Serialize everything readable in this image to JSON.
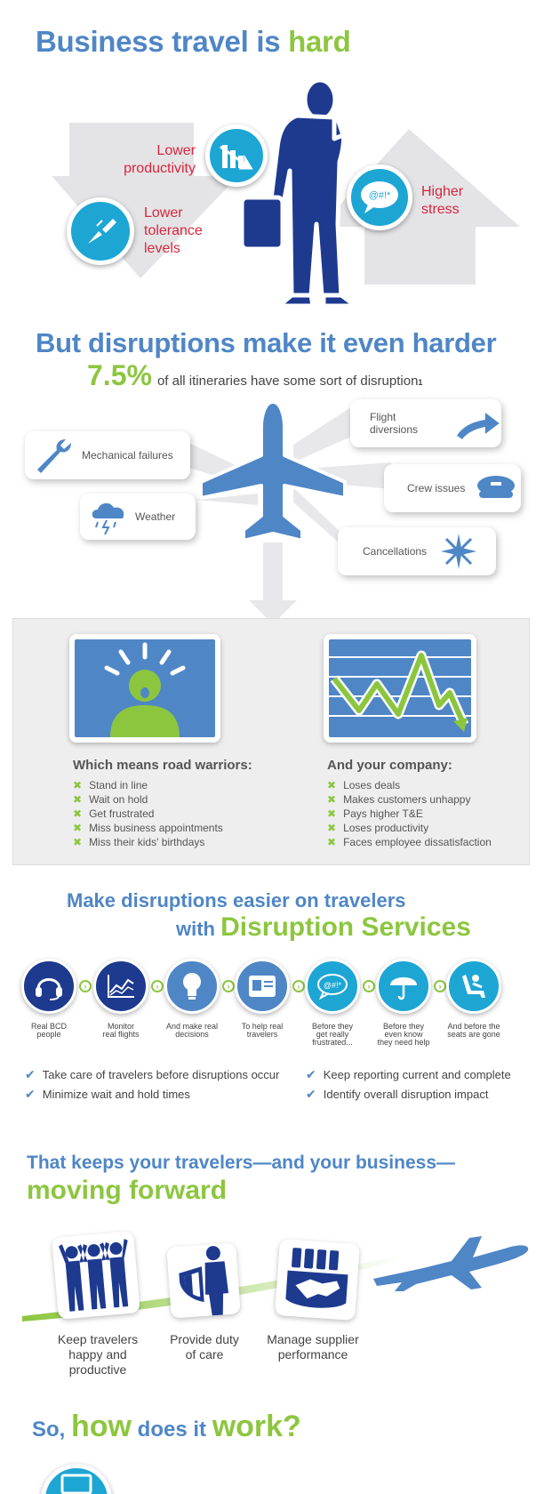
{
  "section1": {
    "title_prefix": "Business travel is ",
    "title_emph": "hard",
    "lower_productivity": "Lower\nproductivity",
    "lower_tolerance": "Lower\ntolerance\nlevels",
    "higher_stress": "Higher\nstress",
    "stress_glyph": "@#!*"
  },
  "section2": {
    "title": "But disruptions make it even harder",
    "stat_value": "7.5%",
    "stat_text": "of all itineraries have some sort of disruption",
    "stat_footnote": "1",
    "causes": {
      "mechanical": "Mechanical failures",
      "weather": "Weather",
      "diversions": "Flight diversions",
      "crew": "Crew issues",
      "cancellations": "Cancellations"
    }
  },
  "section3": {
    "left_title": "Which means road warriors:",
    "left_items": [
      "Stand in line",
      "Wait on hold",
      "Get frustrated",
      "Miss business appointments",
      "Miss their kids' birthdays"
    ],
    "right_title": "And your company:",
    "right_items": [
      "Loses deals",
      "Makes customers unhappy",
      "Pays higher T&E",
      "Loses productivity",
      "Faces employee dissatisfaction"
    ]
  },
  "section4": {
    "title_line1": "Make disruptions easier on travelers",
    "title_with": "with ",
    "title_emph": "Disruption Services",
    "steps": [
      {
        "label": "Real BCD\npeople",
        "icon": "headset-icon"
      },
      {
        "label": "Monitor\nreal flights",
        "icon": "chart-icon"
      },
      {
        "label": "And make real\ndecisions",
        "icon": "lightbulb-icon"
      },
      {
        "label": "To help real\ntravelers",
        "icon": "id-card-icon"
      },
      {
        "label": "Before they\nget really\nfrustrated...",
        "icon": "speech-bubble-icon"
      },
      {
        "label": "Before they\neven know\nthey need help",
        "icon": "umbrella-icon"
      },
      {
        "label": "And before the\nseats are gone",
        "icon": "seat-icon"
      }
    ],
    "benefits_left": [
      "Take care of travelers before disruptions occur",
      "Minimize wait and hold times"
    ],
    "benefits_right": [
      "Keep reporting current and complete",
      "Identify overall disruption impact"
    ]
  },
  "section5": {
    "title_line1": "That keeps your travelers—and your business—",
    "title_line2": "moving forward",
    "items": [
      {
        "label": "Keep travelers\nhappy and\nproductive",
        "icon": "people-icon"
      },
      {
        "label": "Provide duty\nof care",
        "icon": "shield-person-icon"
      },
      {
        "label": "Manage supplier\nperformance",
        "icon": "handshake-icon"
      }
    ]
  },
  "section6": {
    "title_so": "So, ",
    "title_how": "how",
    "title_does": " does it ",
    "title_work": "work?"
  },
  "colors": {
    "blue": "#4f86c6",
    "navy": "#1d3a8f",
    "green": "#8cc63f",
    "cyan": "#1da6d4",
    "red": "#d7263d"
  }
}
